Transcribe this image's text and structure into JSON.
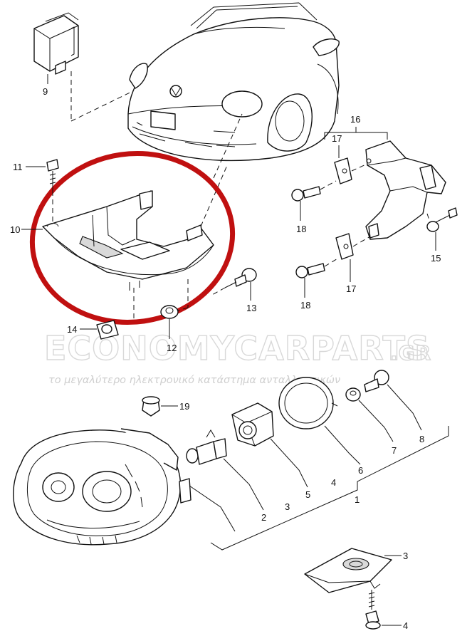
{
  "watermark": {
    "brand": "ECONOMYCARPARTS",
    "suffix": ".GR",
    "tagline": "το μεγαλύτερο ηλεκτρονικό κατάστημα ανταλλακτικών"
  },
  "highlight": {
    "color": "#c01010",
    "shape": "ellipse"
  },
  "callouts": {
    "c9": "9",
    "c11": "11",
    "c10": "10",
    "c14": "14",
    "c12": "12",
    "c13": "13",
    "c16": "16",
    "c17a": "17",
    "c17b": "17",
    "c18a": "18",
    "c18b": "18",
    "c15": "15",
    "c19": "19",
    "c2": "2",
    "c3a": "3",
    "c5": "5",
    "c4a": "4",
    "c1": "1",
    "c6": "6",
    "c7": "7",
    "c8": "8",
    "c3b": "3",
    "c4b": "4"
  }
}
